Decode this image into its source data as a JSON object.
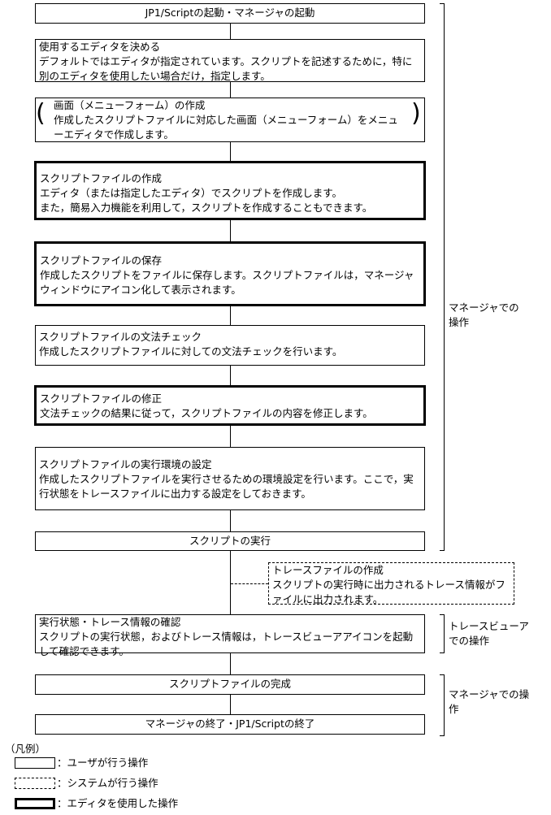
{
  "steps": {
    "s1": {
      "title": "JP1/Scriptの起動・マネージャの起動"
    },
    "s2": {
      "title": "使用するエディタを決める",
      "desc": "デフォルトではエディタが指定されています。スクリプトを記述するために，特に別のエディタを使用したい場合だけ，指定します。"
    },
    "s3": {
      "title": "画面（メニューフォーム）の作成",
      "desc": "作成したスクリプトファイルに対応した画面（メニューフォーム）をメニューエディタで作成します。"
    },
    "s4": {
      "title": "スクリプトファイルの作成",
      "desc": "エディタ（または指定したエディタ）でスクリプトを作成します。\nまた，簡易入力機能を利用して，スクリプトを作成することもできます。"
    },
    "s5": {
      "title": "スクリプトファイルの保存",
      "desc": "作成したスクリプトをファイルに保存します。スクリプトファイルは，マネージャウィンドウにアイコン化して表示されます。"
    },
    "s6": {
      "title": "スクリプトファイルの文法チェック",
      "desc": "作成したスクリプトファイルに対しての文法チェックを行います。"
    },
    "s7": {
      "title": "スクリプトファイルの修正",
      "desc": "文法チェックの結果に従って，スクリプトファイルの内容を修正します。"
    },
    "s8": {
      "title": "スクリプトファイルの実行環境の設定",
      "desc": "作成したスクリプトファイルを実行させるための環境設定を行います。ここで，実行状態をトレースファイルに出力する設定をしておきます。"
    },
    "s9": {
      "title": "スクリプトの実行"
    },
    "s10": {
      "title": "トレースファイルの作成",
      "desc": "スクリプトの実行時に出力されるトレース情報がファイルに出力されます。"
    },
    "s11": {
      "title": "実行状態・トレース情報の確認",
      "desc": "スクリプトの実行状態，およびトレース情報は，トレースビューアアイコンを起動して確認できます。"
    },
    "s12": {
      "title": "スクリプトファイルの完成"
    },
    "s13": {
      "title": "マネージャの終了・JP1/Scriptの終了"
    }
  },
  "brackets": {
    "manager1": "マネージャでの\n操作",
    "trace": "トレースビューア\nでの操作",
    "manager2": "マネージャでの操\n作"
  },
  "legend": {
    "title": "（凡例）",
    "user": "：ユーザが行う操作",
    "system": "：システムが行う操作",
    "editor": "：エディタを使用した操作"
  }
}
